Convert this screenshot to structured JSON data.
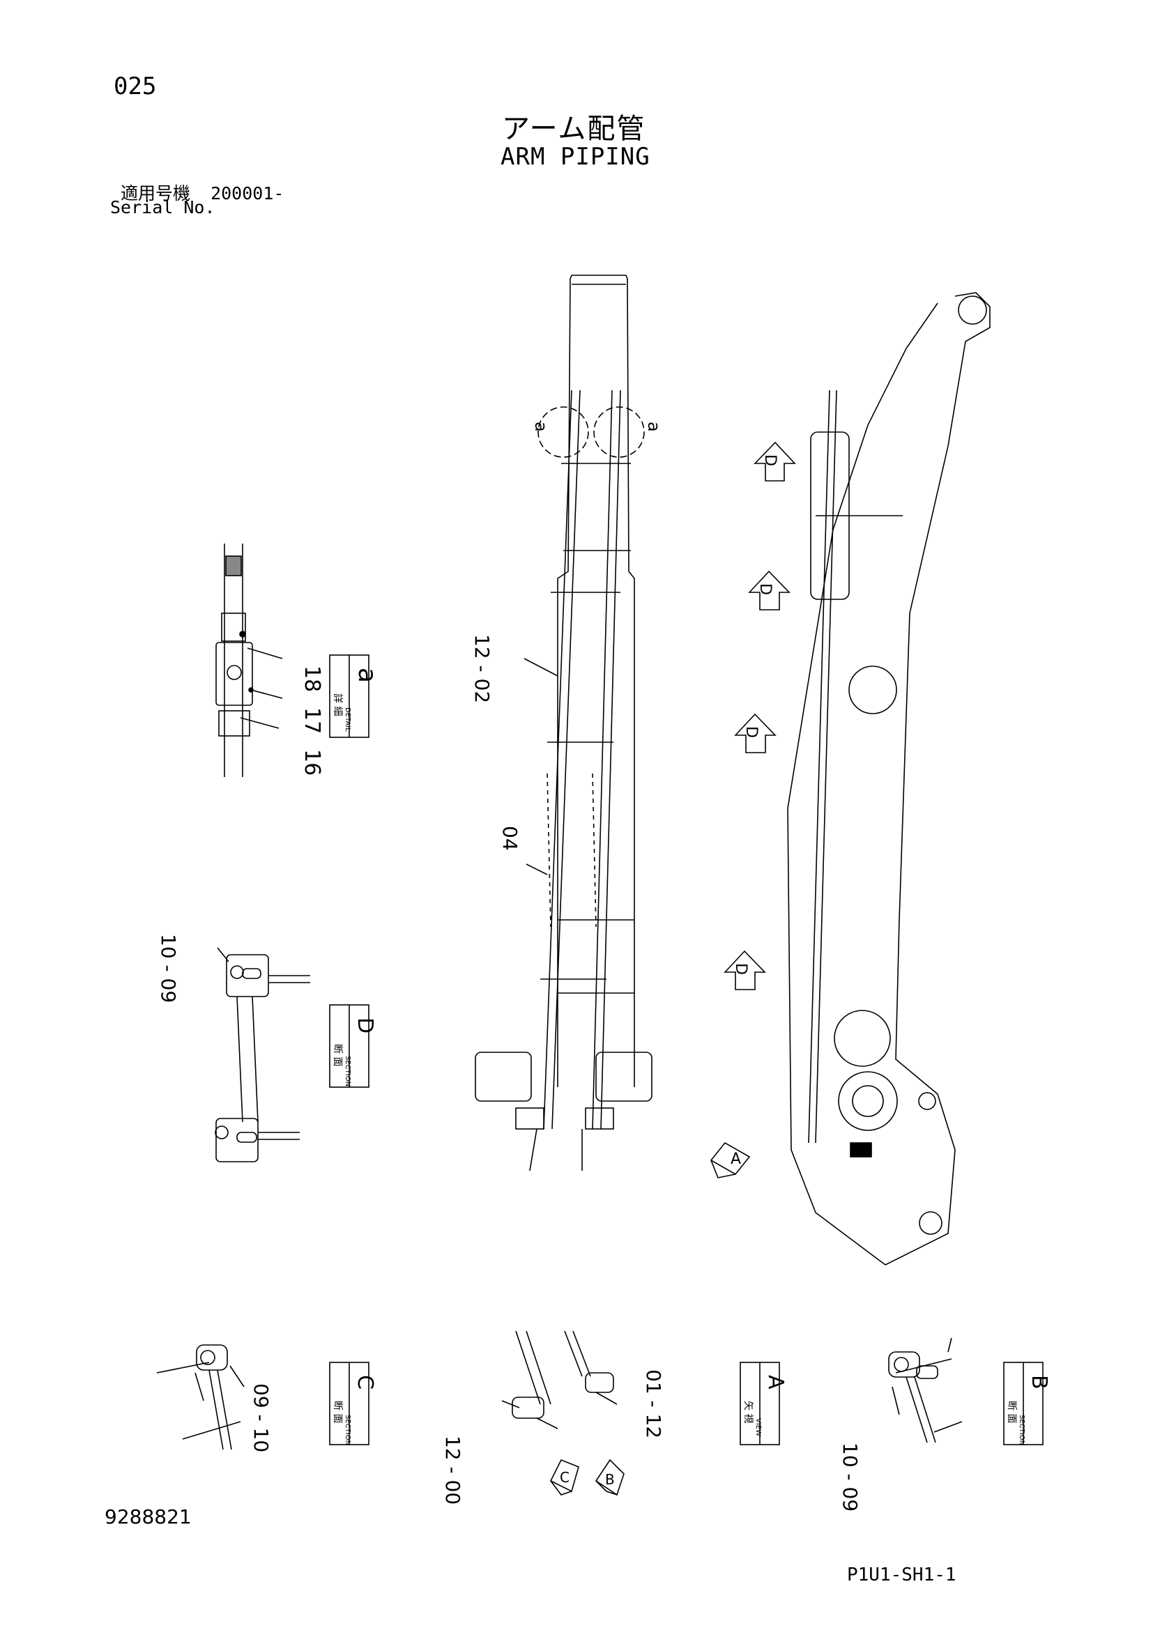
{
  "header": {
    "page_number": "025",
    "title_jp": "アーム配管",
    "title_en": "ARM PIPING",
    "serial_label_jp": "適用号機",
    "serial_value": "200001-",
    "serial_label_en": "Serial No."
  },
  "views": {
    "detail_a": {
      "letter": "a",
      "jp": "詳 細",
      "en": "DETAIL"
    },
    "section_d": {
      "letter": "D",
      "jp": "断 面",
      "en": "SECTION"
    },
    "section_c": {
      "letter": "C",
      "jp": "断 面",
      "en": "SECTION"
    },
    "view_a": {
      "letter": "A",
      "jp": "矢 視",
      "en": "VIEW"
    },
    "section_b": {
      "letter": "B",
      "jp": "断 面",
      "en": "SECTION"
    }
  },
  "callouts": {
    "c16": "16",
    "c17": "17",
    "c18": "18",
    "c10_09_d": "10 - 09",
    "c12_02": "12 - 02",
    "c04": "04",
    "c09_10_c": "09 - 10",
    "c12_00": "12 - 00",
    "c01_12": "01 - 12",
    "c10_09_b": "10 - 09",
    "detail_mark_left": "a",
    "detail_mark_right": "a"
  },
  "arrows": {
    "d1": "D",
    "d2": "D",
    "d3": "D",
    "d4": "D",
    "a": "A",
    "c": "C",
    "b": "B"
  },
  "footer": {
    "document_number": "9288821",
    "sheet_number": "P1U1-SH1-1"
  }
}
